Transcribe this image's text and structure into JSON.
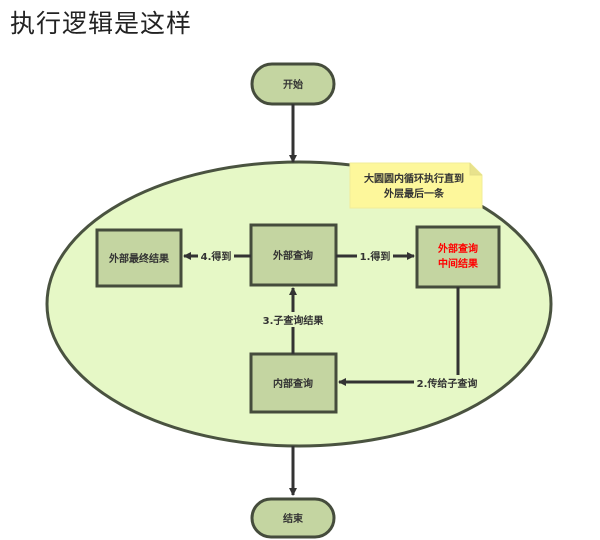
{
  "page": {
    "title": "执行逻辑是这样"
  },
  "diagram": {
    "colors": {
      "ellipse_fill": "#e6f8c6",
      "node_fill": "#c4d5a1",
      "node_stroke": "#454c3c",
      "note_fill": "#fdf79b",
      "highlight_text": "#ff0000",
      "arrow": "#333333"
    },
    "nodes": {
      "start": "开始",
      "outer_query": "外部查询",
      "inner_query": "内部查询",
      "outer_final": "外部最终结果",
      "outer_intermediate_line1": "外部查询",
      "outer_intermediate_line2": "中间结果",
      "end": "结束"
    },
    "note": {
      "line1": "大圆圆内循环执行直到",
      "line2": "外层最后一条"
    },
    "edges": {
      "get1": "1.得到",
      "pass2": "2.传给子查询",
      "sub3": "3.子查询结果",
      "get4": "4.得到"
    }
  }
}
